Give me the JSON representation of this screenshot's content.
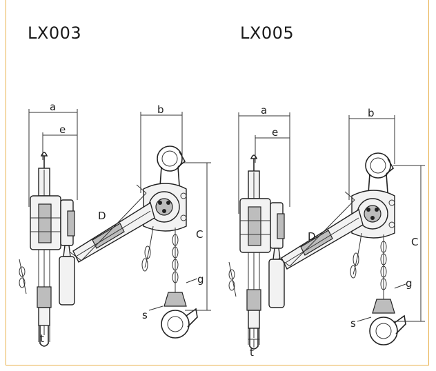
{
  "models": {
    "left": {
      "name": "LX003"
    },
    "right": {
      "name": "LX005"
    }
  },
  "dimension_labels": {
    "a": "a",
    "b": "b",
    "e": "e",
    "D": "D",
    "C": "C",
    "g": "g",
    "s": "s",
    "t": "t"
  },
  "colors": {
    "frame": "#e8b04a",
    "ink": "#222222"
  }
}
